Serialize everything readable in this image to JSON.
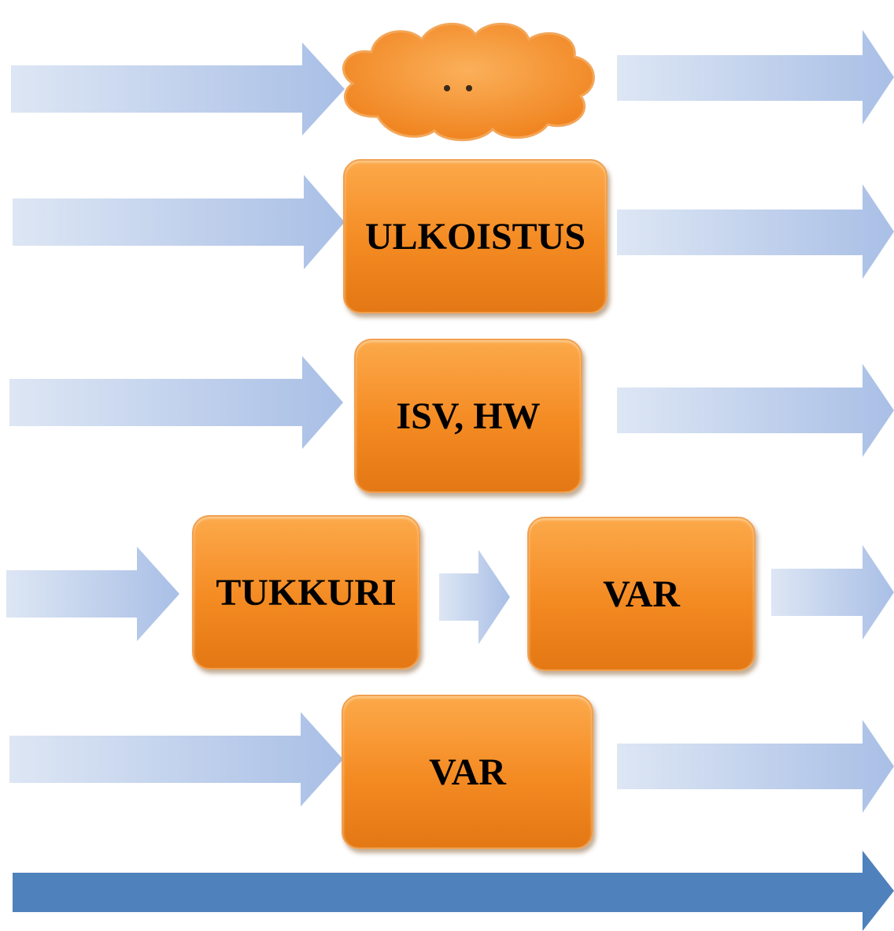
{
  "diagram": {
    "cloud": {
      "label": ""
    },
    "nodes": {
      "outsourcing": "ULKOISTUS",
      "isv_hw": "ISV, HW",
      "wholesaler": "TUKKURI",
      "var_row4": "VAR",
      "var_row5": "VAR"
    },
    "colors": {
      "node_fill": "#f48a22",
      "arrow_light": "#aec4e8",
      "arrow_dark": "#4f81bd"
    }
  }
}
